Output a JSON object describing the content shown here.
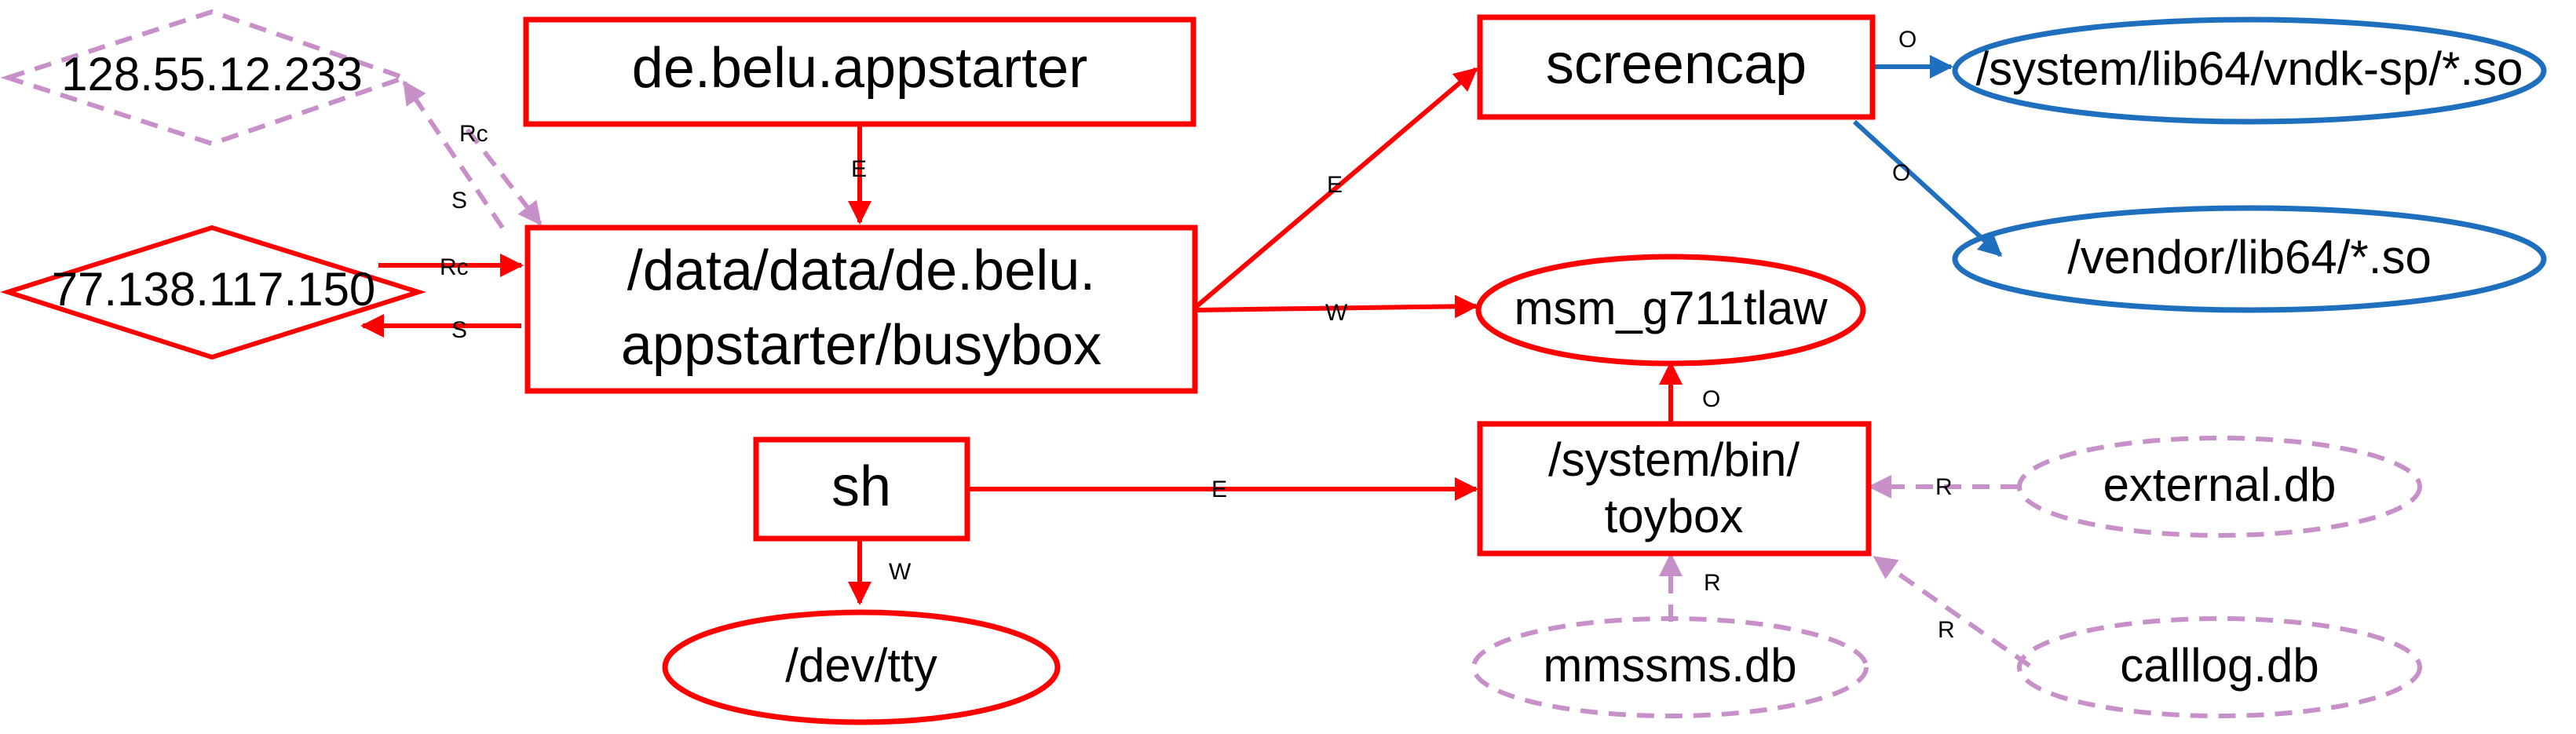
{
  "colors": {
    "red": "#ff0000",
    "blue": "#1f6fbf",
    "lilac": "#c890c8",
    "text": "#000000",
    "background": "#ffffff"
  },
  "nodes": {
    "ip_128": "128.55.12.233",
    "ip_77": "77.138.117.150",
    "appstarter": "de.belu.appstarter",
    "busybox_line1": "/data/data/de.belu.",
    "busybox_line2": "appstarter/busybox",
    "screencap": "screencap",
    "vndk_so": "/system/lib64/vndk-sp/*.so",
    "vendor_so": "/vendor/lib64/*.so",
    "msm": "msm_g711tlaw",
    "sh": "sh",
    "toybox_line1": "/system/bin/",
    "toybox_line2": "toybox",
    "external_db": "external.db",
    "tty": "/dev/tty",
    "mmssms_db": "mmssms.db",
    "calllog_db": "calllog.db"
  },
  "edges": {
    "ip128_rc": "Rc",
    "ip128_s": "S",
    "ip77_rc": "Rc",
    "ip77_s": "S",
    "appstarter_e": "E",
    "busybox_screencap_e": "E",
    "busybox_msm_w": "W",
    "screencap_vndk_o": "O",
    "screencap_vendor_o": "O",
    "toybox_msm_o": "O",
    "sh_toybox_e": "E",
    "sh_tty_w": "W",
    "external_toybox_r": "R",
    "mmssms_toybox_r": "R",
    "calllog_toybox_r": "R"
  }
}
